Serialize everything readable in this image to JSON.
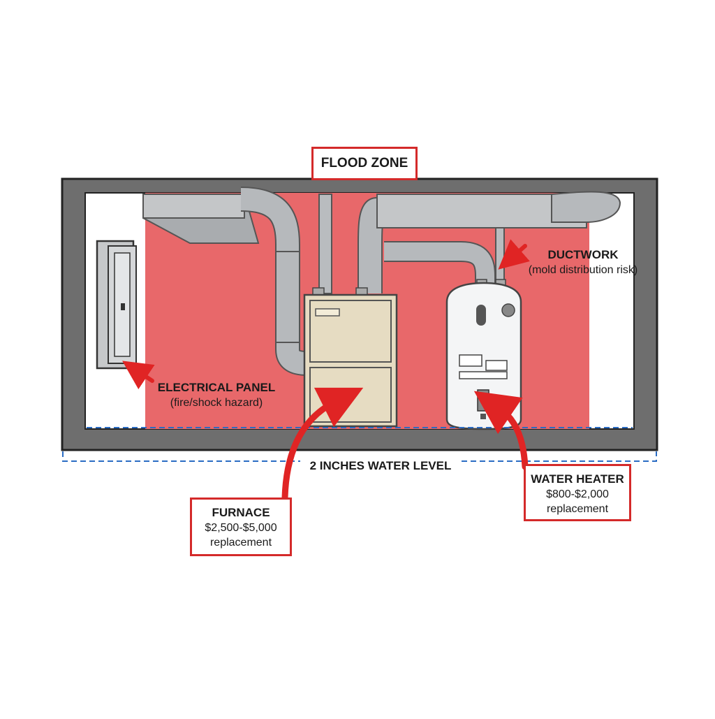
{
  "title": "FLOOD ZONE",
  "water_level_label": "2 INCHES WATER LEVEL",
  "colors": {
    "flood_zone": "#e8686a",
    "wall": "#6e6e6e",
    "arrow": "#e02424",
    "box_border": "#d42a2a",
    "water_line": "#2a6cc4",
    "furnace": "#e6dcc2"
  },
  "callouts": {
    "electrical_panel": {
      "title": "ELECTRICAL PANEL",
      "note": "(fire/shock hazard)"
    },
    "ductwork": {
      "title": "DUCTWORK",
      "note": "(mold distribution risk)"
    },
    "furnace": {
      "title": "FURNACE",
      "cost": "$2,500-$5,000",
      "note": "replacement"
    },
    "water_heater": {
      "title": "WATER HEATER",
      "cost": "$800-$2,000",
      "note": "replacement"
    }
  }
}
